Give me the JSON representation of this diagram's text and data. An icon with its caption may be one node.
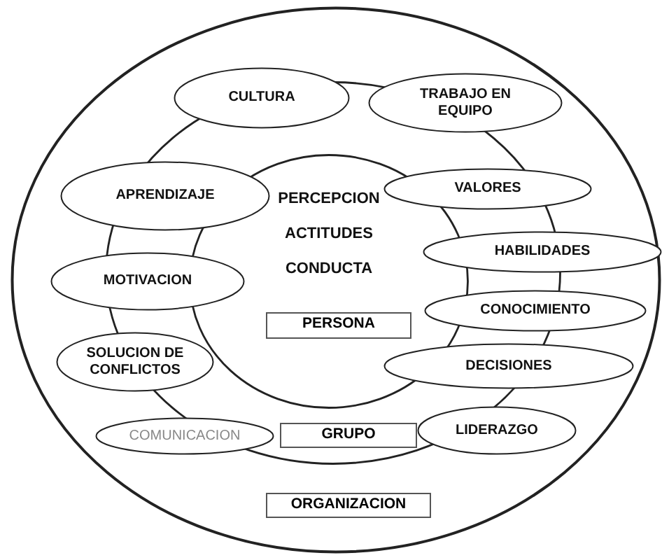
{
  "diagram": {
    "nodes": [
      {
        "text": [
          "ORGANIZACION"
        ]
      },
      {
        "text": [
          "GRUPO"
        ],
        "in": 0
      },
      {
        "text": [
          "PERCEPCION",
          "ACTITUDES",
          "CONDUCTA",
          "PERSONA"
        ],
        "in": 1
      },
      {
        "text": [
          "CULTURA"
        ],
        "in": 0
      },
      {
        "text": [
          "TRABAJO EN EQUIPO"
        ],
        "in": 0
      },
      {
        "text": [
          "APRENDIZAJE"
        ],
        "in": 0
      },
      {
        "text": [
          "VALORES"
        ],
        "in": 0
      },
      {
        "text": [
          "HABILIDADES"
        ],
        "in": 0
      },
      {
        "text": [
          "MOTIVACION"
        ],
        "in": 0
      },
      {
        "text": [
          "CONOCIMIENTO"
        ],
        "in": 0
      },
      {
        "text": [
          "SOLUCION DE CONFLICTOS"
        ],
        "in": 0
      },
      {
        "text": [
          "DECISIONES"
        ],
        "in": 0
      },
      {
        "text": [
          "COMUNICACION"
        ],
        "in": 0
      },
      {
        "text": [
          "LIDERAZGO"
        ],
        "in": 0
      }
    ]
  }
}
